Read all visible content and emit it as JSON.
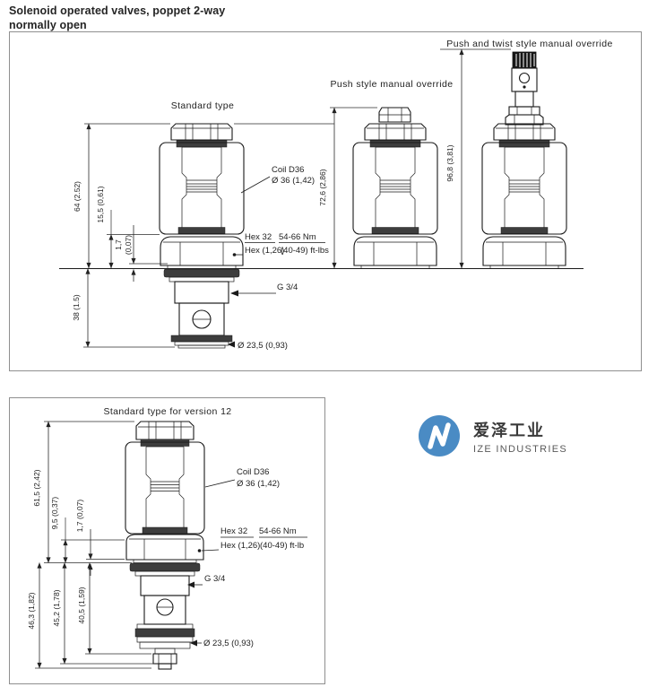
{
  "page": {
    "title_line1": "Solenoid operated valves, poppet 2-way",
    "title_line2": "normally open"
  },
  "top_panel": {
    "standard_valve": {
      "label": "Standard type",
      "dim_total_height": "64 (2.52)",
      "dim_coil_offset": "15,5 (0,61)",
      "dim_gap_value": "1,7",
      "dim_gap_inch": "(0,07)",
      "dim_cartridge_length": "38 (1.5)",
      "coil_label_line1": "Coil D36",
      "coil_label_line2": "Ø 36 (1,42)",
      "hex_label": "Hex 32",
      "hex_label_inch": "Hex (1,26)",
      "torque_label": "54-66 Nm",
      "torque_label_inch": "(40-49) ft-lbs",
      "thread_label": "G 3/4",
      "diameter_label": "Ø 23,5 (0,93)"
    },
    "push_valve": {
      "label": "Push style manual override",
      "dim_total_height": "72,6 (2,86)"
    },
    "push_twist_valve": {
      "label": "Push and twist style manual override",
      "dim_total_height": "96,8 (3,81)"
    }
  },
  "bottom_panel": {
    "label": "Standard type for version 12",
    "dim_total_height": "61,5 (2,42)",
    "dim_d95": "9,5 (0,37)",
    "dim_gap": "1,7 (0,07)",
    "dim_d463": "46,3 (1,82)",
    "dim_d452": "45,2 (1,78)",
    "dim_d405": "40,5 (1,59)",
    "coil_label_line1": "Coil D36",
    "coil_label_line2": "Ø 36 (1,42)",
    "hex_label": "Hex 32",
    "hex_label_inch": "Hex (1,26)",
    "torque_label": "54-66 Nm",
    "torque_label_inch": "(40-49) ft-lb",
    "thread_label": "G 3/4",
    "diameter_label": "Ø 23,5 (0,93)"
  },
  "logo": {
    "cn_name": "爱泽工业",
    "en_name": "IZE INDUSTRIES",
    "brand_color": "#4a8bc4"
  }
}
